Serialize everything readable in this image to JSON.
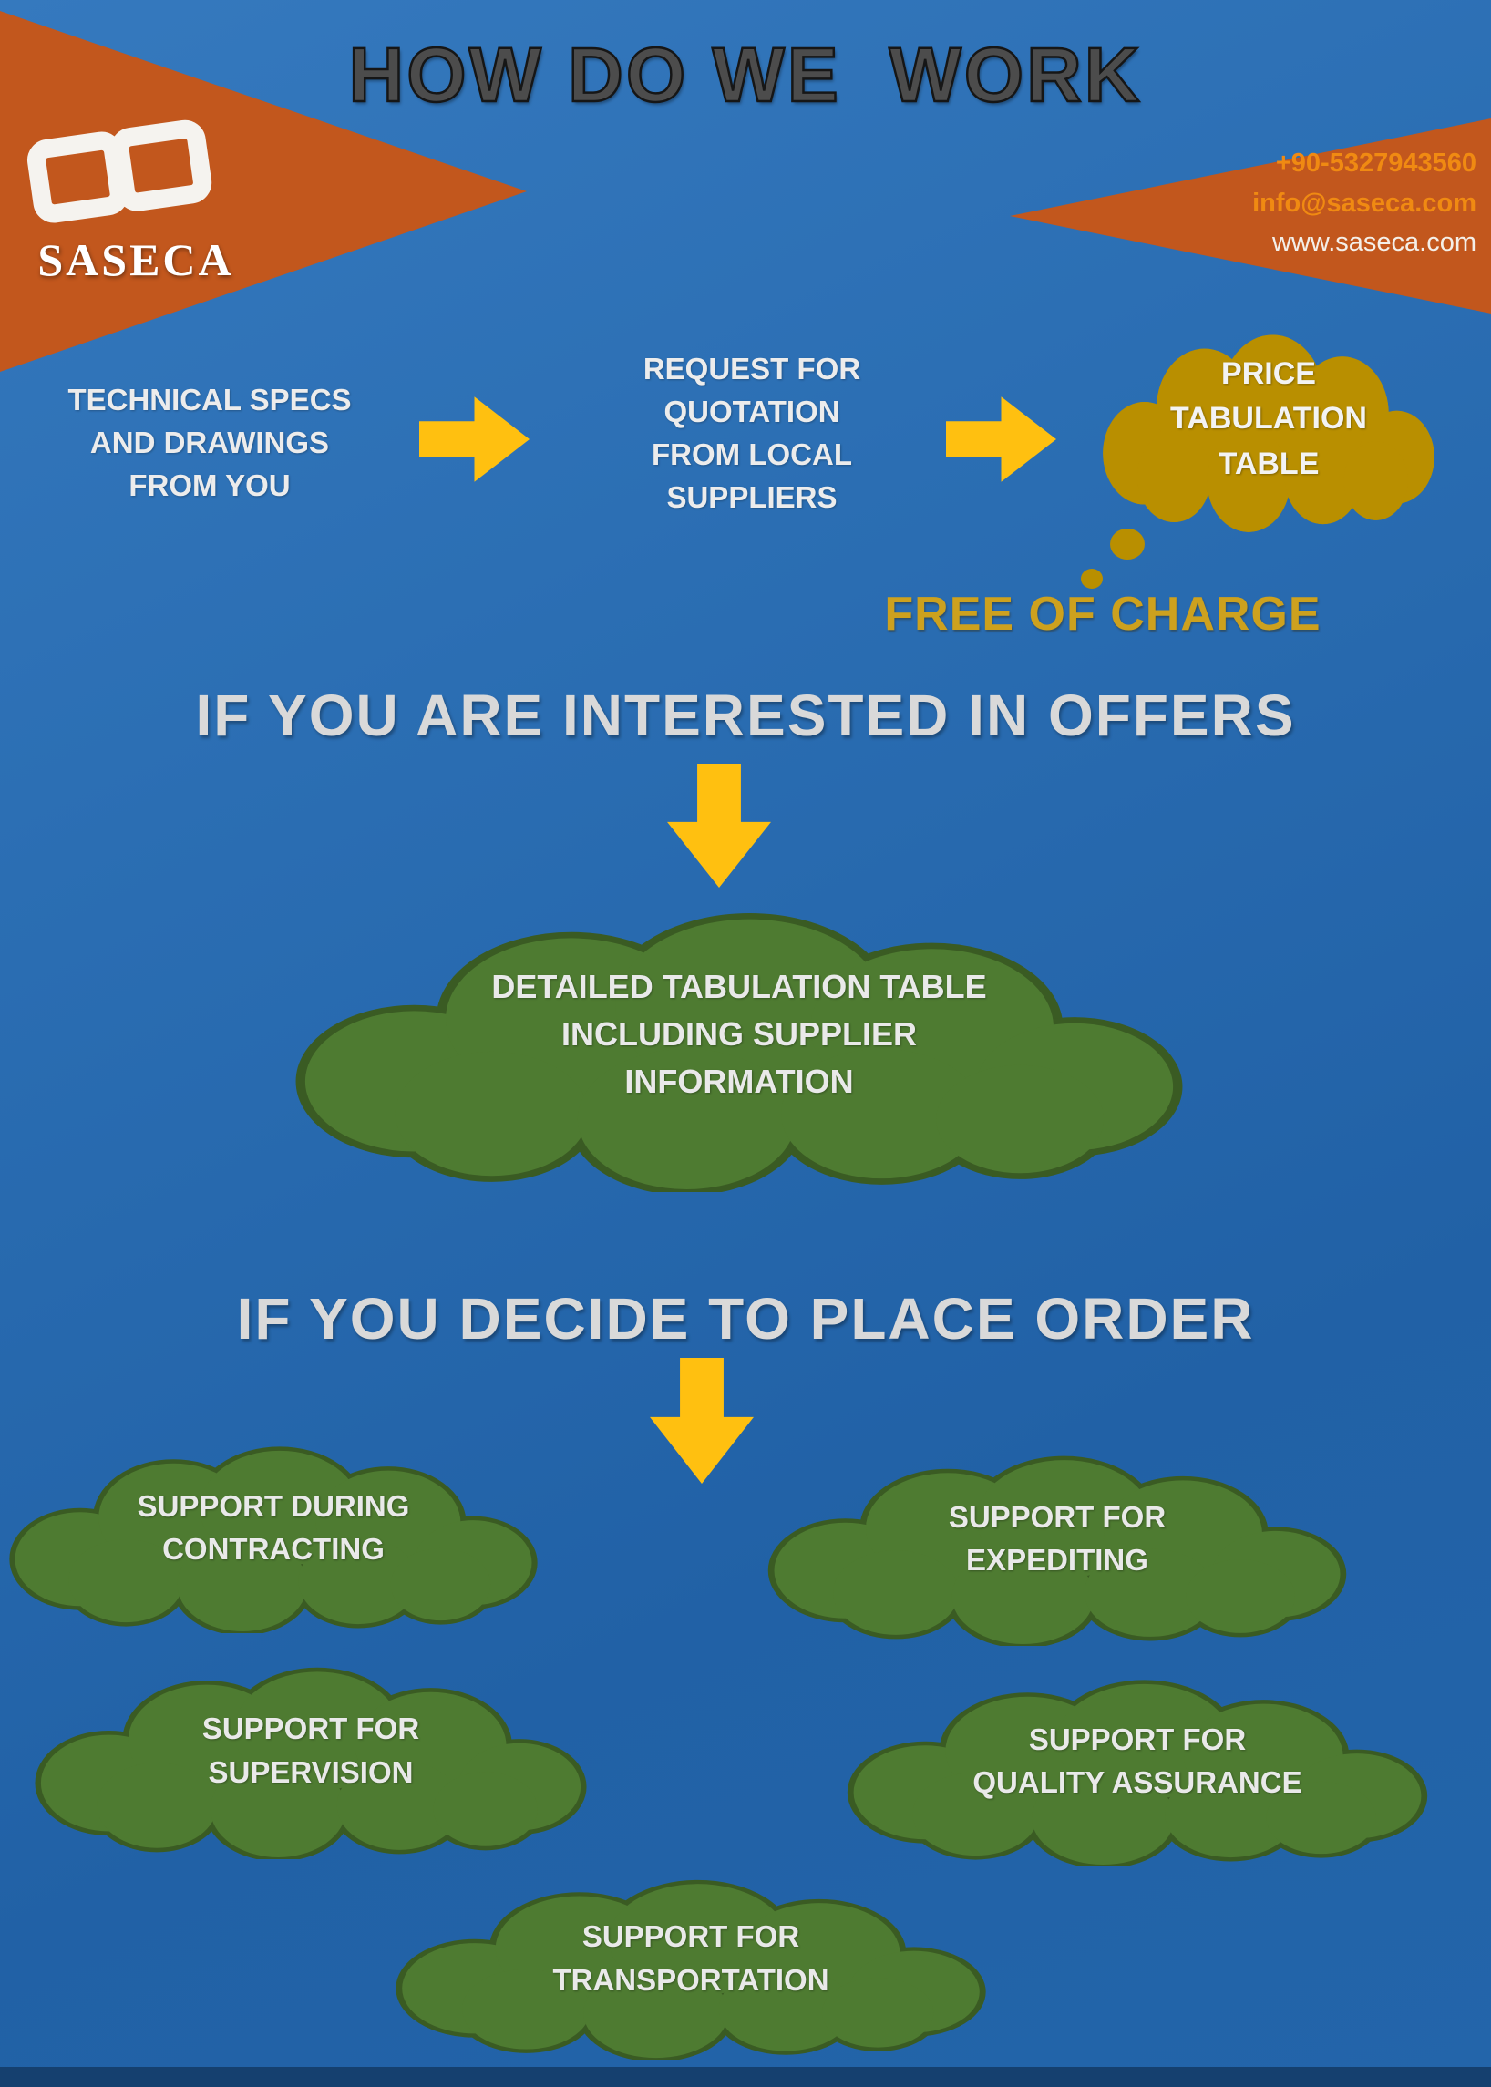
{
  "title": "HOW DO WE  WORK",
  "brand": {
    "name": "SASECA"
  },
  "contact": {
    "phone": "+90-5327943560",
    "email": "info@saseca.com",
    "website": "www.saseca.com"
  },
  "flow": {
    "step1": "TECHNICAL SPECS\nAND DRAWINGS\nFROM YOU",
    "step2": "REQUEST FOR\nQUOTATION\nFROM LOCAL\nSUPPLIERS",
    "step3": "PRICE\nTABULATION\nTABLE",
    "free_note": "FREE OF CHARGE"
  },
  "sections": {
    "interested_heading": "IF YOU ARE INTERESTED IN OFFERS",
    "detail_cloud": "DETAILED TABULATION TABLE\nINCLUDING SUPPLIER\nINFORMATION",
    "order_heading": "IF YOU DECIDE TO PLACE ORDER"
  },
  "supports": [
    {
      "label": "SUPPORT DURING\nCONTRACTING"
    },
    {
      "label": "SUPPORT FOR\nEXPEDITING"
    },
    {
      "label": "SUPPORT FOR\nSUPERVISION"
    },
    {
      "label": "SUPPORT FOR\nQUALITY ASSURANCE"
    },
    {
      "label": "SUPPORT FOR\nTRANSPORTATION"
    }
  ],
  "colors": {
    "background_blue": "#2a6db2",
    "banner_orange": "#c2571d",
    "arrow_yellow": "#ffc010",
    "thought_gold": "#b98f00",
    "free_note_gold": "#cda11e",
    "cloud_green": "#4e7b31",
    "cloud_green_border": "#3a5b23",
    "heading_gray": "#d9d9d9",
    "contact_orange": "#f08a12"
  }
}
